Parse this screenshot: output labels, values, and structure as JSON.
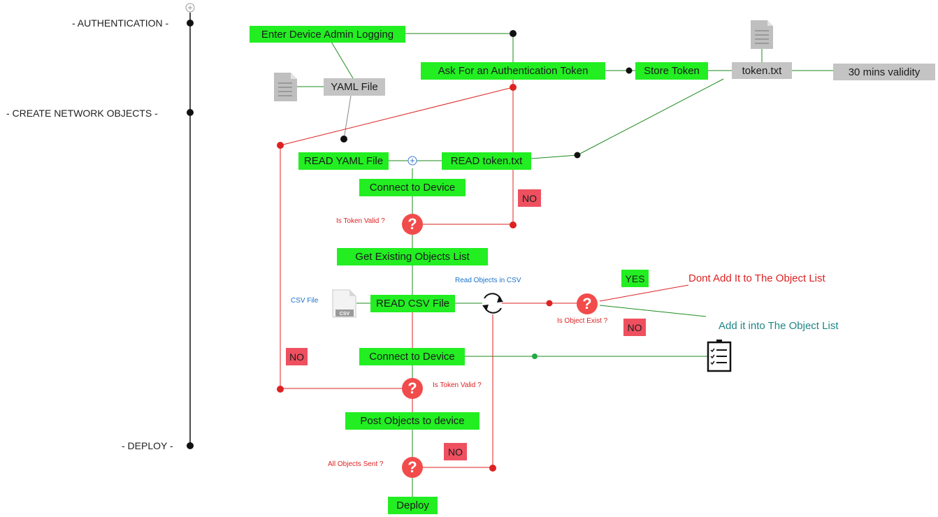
{
  "phases": [
    "- AUTHENTICATION -",
    "- CREATE NETWORK OBJECTS -",
    "- DEPLOY -"
  ],
  "nodes": {
    "enter_admin": "Enter Device Admin Logging",
    "ask_token": "Ask For an Authentication Token",
    "store_token": "Store Token",
    "token_file": "token.txt",
    "validity": "30 mins validity",
    "yaml_file": "YAML File",
    "read_yaml": "READ YAML File",
    "read_token": "READ token.txt",
    "connect_1": "Connect to Device",
    "get_objects": "Get Existing Objects List",
    "read_csv": "READ CSV File",
    "connect_2": "Connect to Device",
    "post_objects": "Post Objects to device",
    "deploy": "Deploy"
  },
  "decisions": {
    "token_valid_1": "Is Token Valid ?",
    "object_exist": "Is Object Exist ?",
    "token_valid_2": "Is Token Valid ?",
    "all_sent": "All Objects Sent ?"
  },
  "labels": {
    "no_1": "NO",
    "no_2": "NO",
    "no_3": "NO",
    "no_4": "NO",
    "yes": "YES",
    "read_objects_csv": "Read Objects in CSV",
    "csv_file": "CSV File",
    "dont_add": "Dont Add It to The Object List",
    "add_it": "Add it into The Object List",
    "csv_icon_text": "CSV"
  },
  "icons": [
    "document-icon",
    "csv-file-icon",
    "loop-icon",
    "checklist-icon",
    "question-icon",
    "add-circle-icon"
  ],
  "colors": {
    "process": "#22ee22",
    "file": "#c4c4c4",
    "no_badge": "#ee5060",
    "decision": "#f24b4b",
    "line_green": "#1e8a1e",
    "line_red": "#dd2222",
    "timeline": "#111111"
  }
}
